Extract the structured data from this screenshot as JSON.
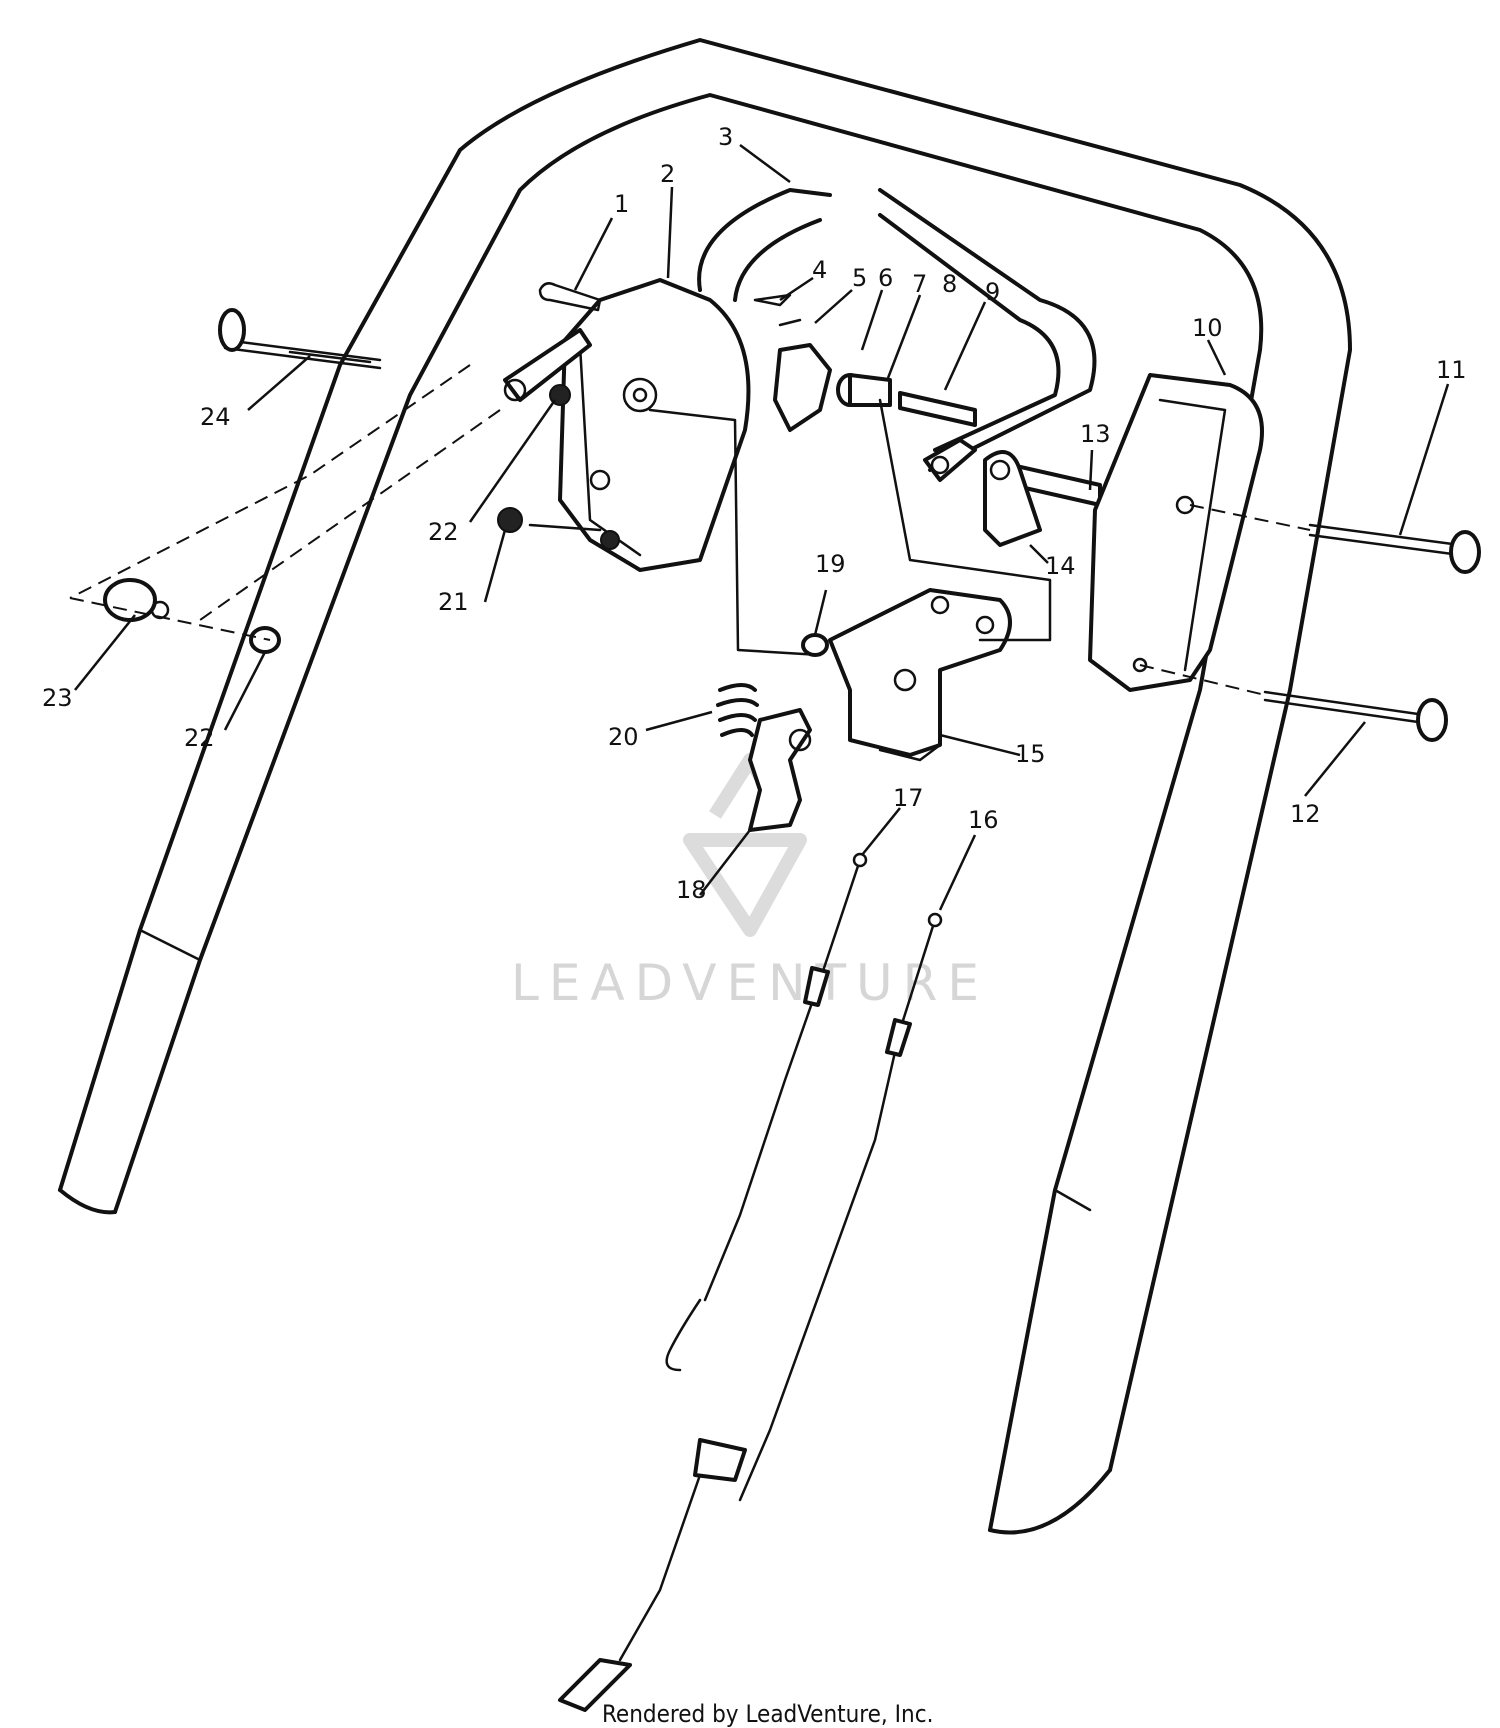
{
  "callouts": [
    "1",
    "2",
    "3",
    "4",
    "5",
    "6",
    "7",
    "8",
    "9",
    "10",
    "11",
    "12",
    "13",
    "14",
    "15",
    "16",
    "17",
    "18",
    "19",
    "20",
    "21",
    "22",
    "22",
    "23",
    "24"
  ],
  "watermark": "LEADVENTURE",
  "credit": "Rendered by LeadVenture, Inc."
}
